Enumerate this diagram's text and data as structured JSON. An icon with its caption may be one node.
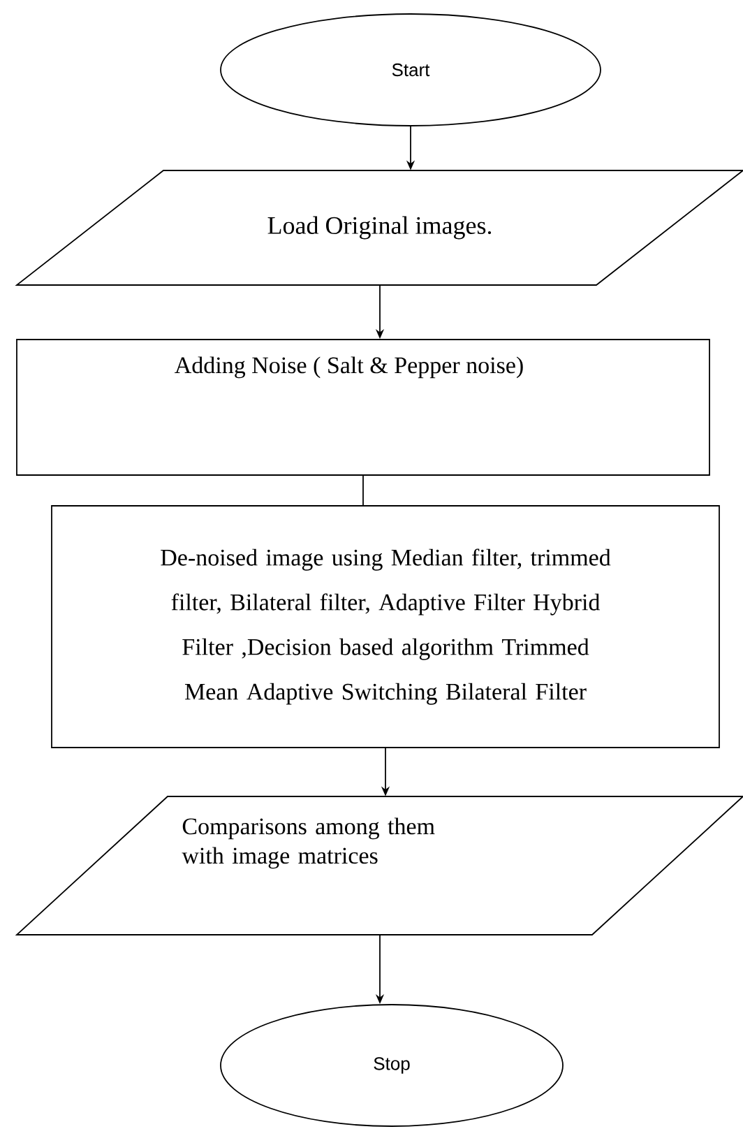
{
  "diagram": {
    "nodes": [
      {
        "text": [
          "Start"
        ]
      },
      {
        "text": [
          "Load Original images."
        ]
      },
      {
        "text": [
          "Adding Noise ( Salt & Pepper noise)"
        ]
      },
      {
        "text": [
          "De-noised image using Median filter, trimmed filter, Bilateral filter, Adaptive Filter Hybrid Filter ,Decision based algorithm Trimmed Mean Adaptive Switching Bilateral Filter"
        ]
      },
      {
        "text": [
          "Comparisons among them with image matrices"
        ]
      },
      {
        "text": [
          "Stop"
        ]
      }
    ],
    "edges": [
      {
        "from": 0,
        "to": 1,
        "arrow": "to"
      },
      {
        "from": 1,
        "to": 2,
        "arrow": "to"
      },
      {
        "from": 2,
        "to": 3,
        "arrow": "none"
      },
      {
        "from": 3,
        "to": 4,
        "arrow": "to"
      },
      {
        "from": 4,
        "to": 5,
        "arrow": "to"
      }
    ]
  }
}
